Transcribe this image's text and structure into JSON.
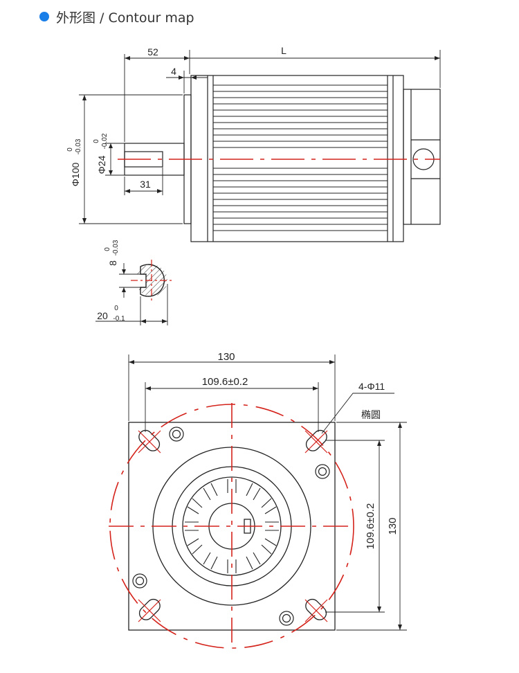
{
  "header": {
    "title": "外形图 / Contour map",
    "accent_color": "#1a7ee8",
    "bullet_icon": "blue-dot-icon"
  },
  "colors": {
    "line": "#222222",
    "centerline": "#d4221a"
  },
  "side_view": {
    "dim_shaft_length": "52",
    "dim_body_length": "L",
    "dim_flange_step": "4",
    "dim_pilot_diameter": {
      "base": "Φ100",
      "upper_tolerance": "0",
      "lower_tolerance": "-0.03"
    },
    "dim_shaft_diameter": {
      "base": "Φ24",
      "upper_tolerance": "0",
      "lower_tolerance": "-0.02"
    },
    "dim_key_length": "31"
  },
  "section_view": {
    "dim_key_width": {
      "base": "8",
      "upper_tolerance": "0",
      "lower_tolerance": "-0.03"
    },
    "dim_key_depth": {
      "base": "20",
      "upper_tolerance": "0",
      "lower_tolerance": "-0.1"
    }
  },
  "front_view": {
    "dim_width": "130",
    "dim_hole_spacing_h": "109.6±0.2",
    "dim_hole_spacing_v": "109.6±0.2",
    "dim_height": "130",
    "hole_callout": "4-Φ11",
    "hole_note": "椭圆"
  }
}
